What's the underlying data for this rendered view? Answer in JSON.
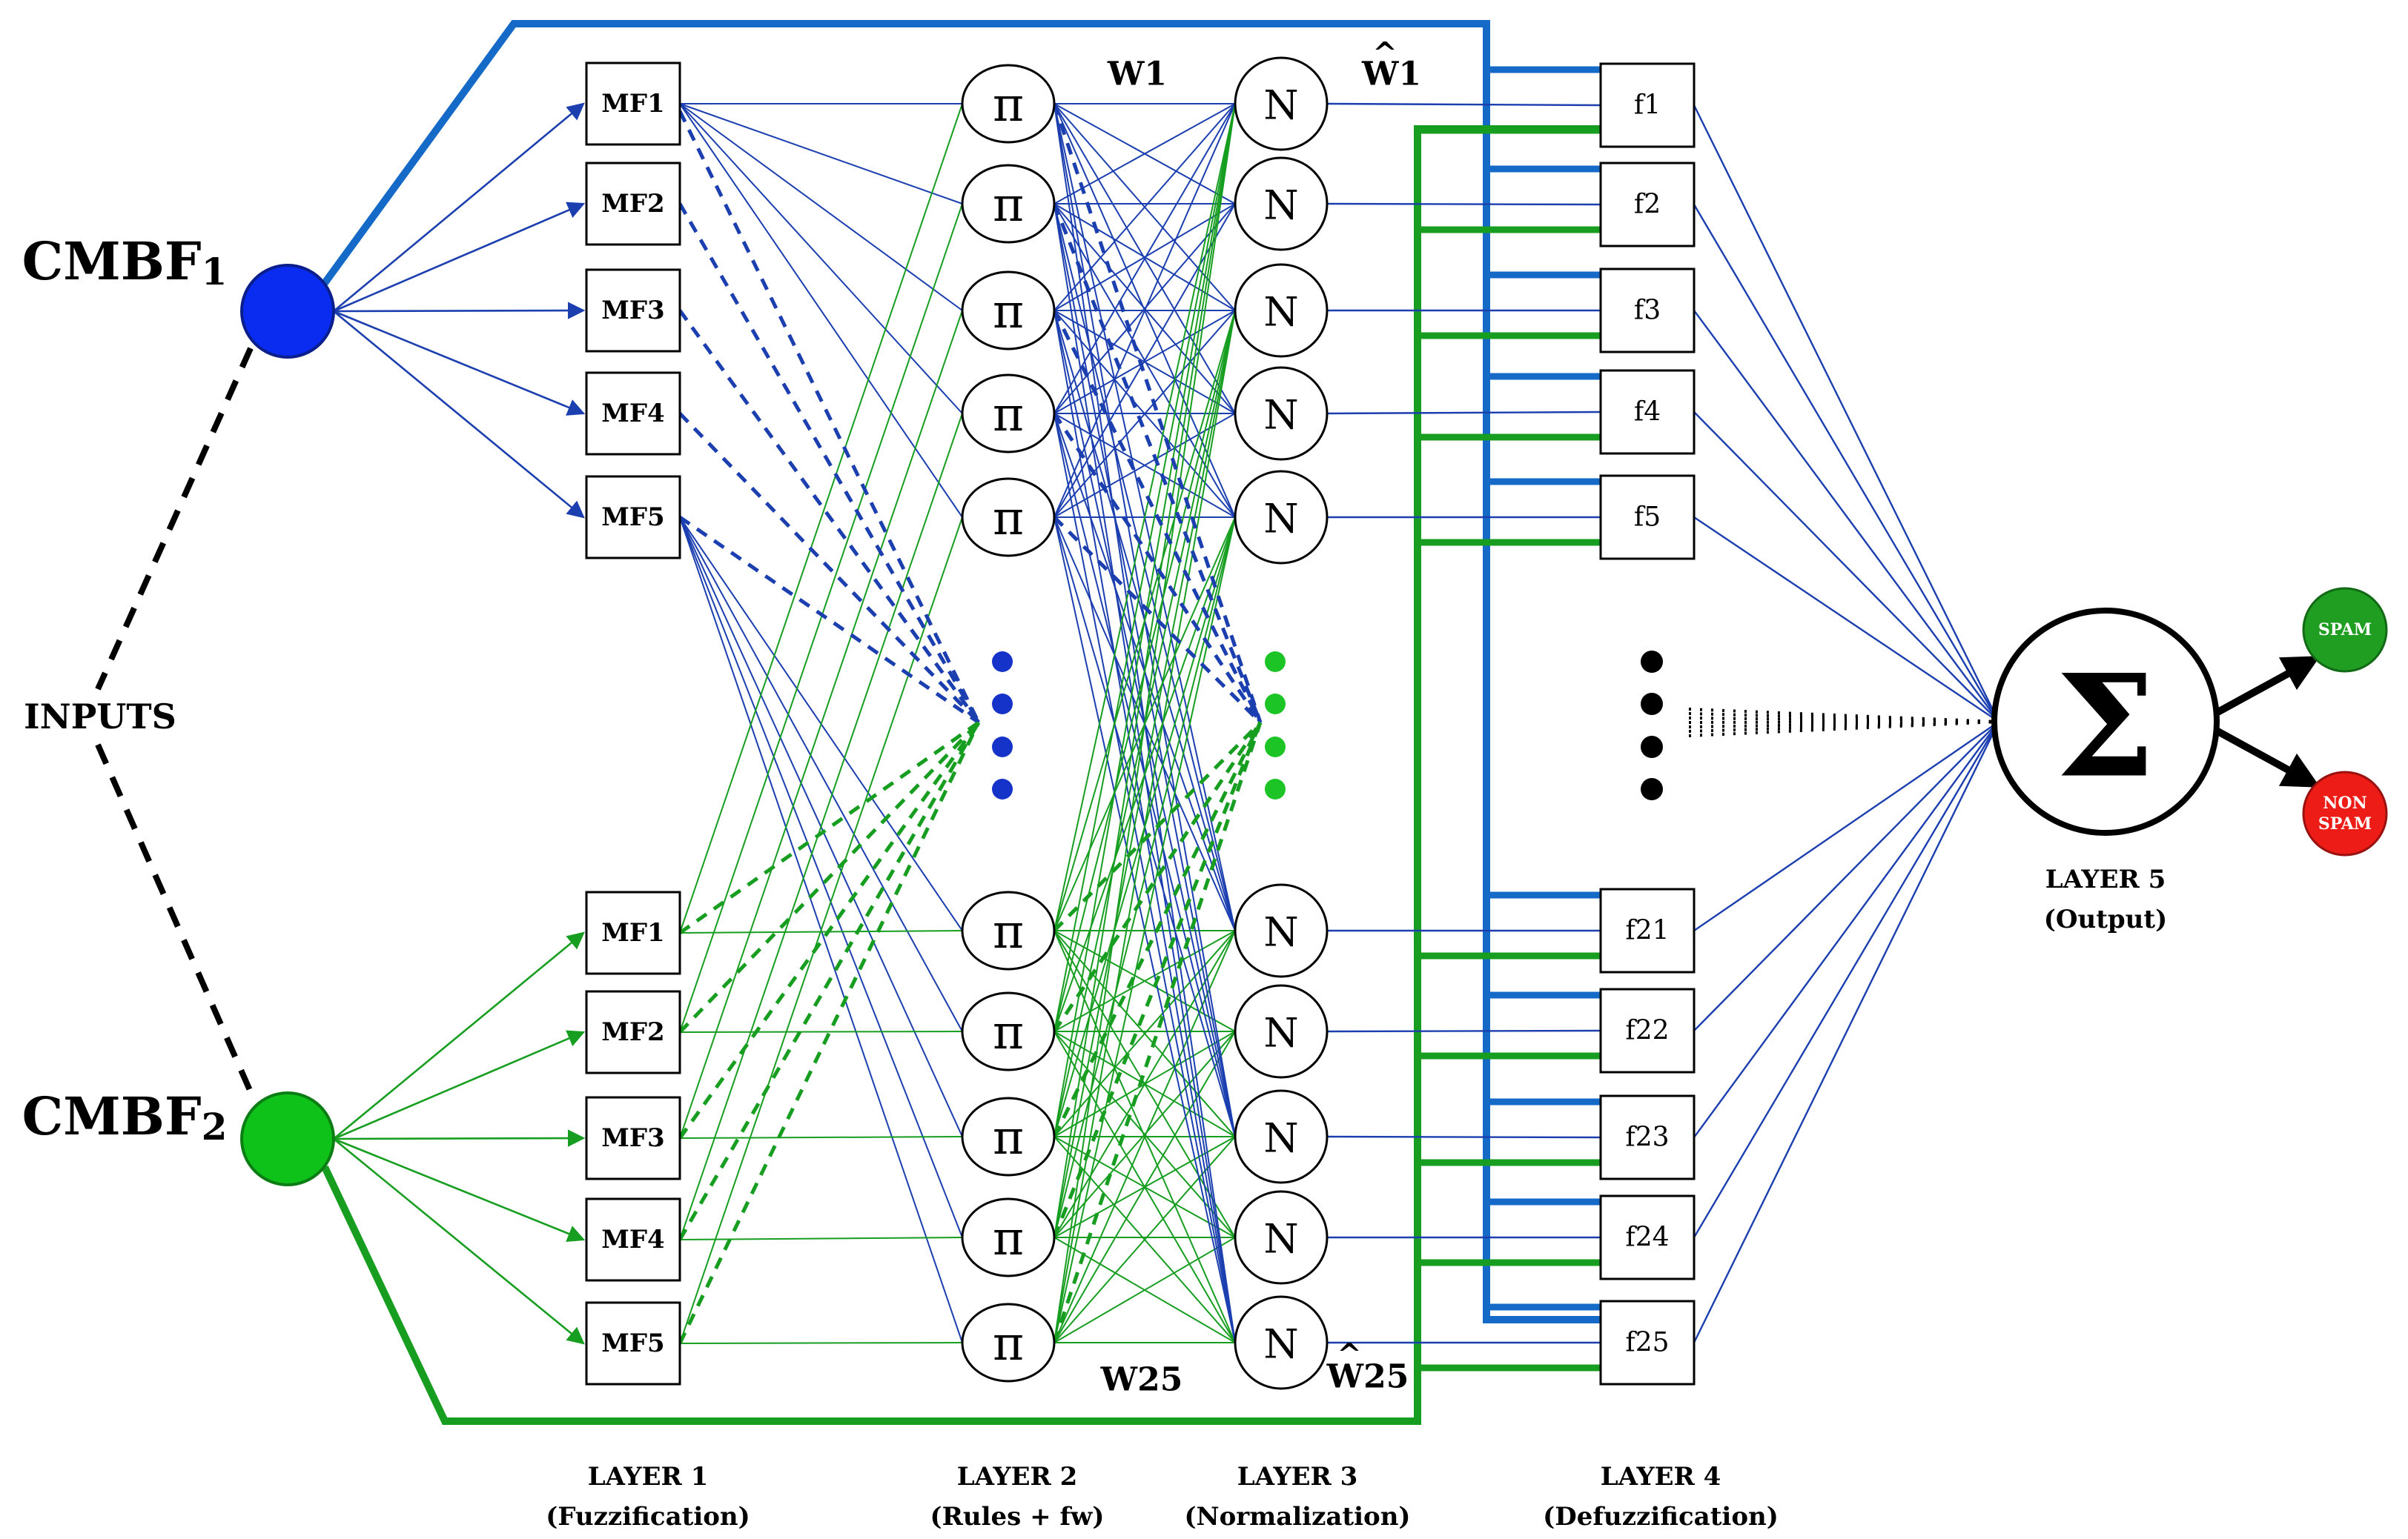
{
  "inputs": {
    "label": "INPUTS",
    "cmbf1": {
      "name": "CMBF",
      "sub": "1",
      "color": "#0a2bf0"
    },
    "cmbf2": {
      "name": "CMBF",
      "sub": "2",
      "color": "#0ec21a"
    }
  },
  "layer1": {
    "top_mfs": [
      "MF1",
      "MF2",
      "MF3",
      "MF4",
      "MF5"
    ],
    "bottom_mfs": [
      "MF1",
      "MF2",
      "MF3",
      "MF4",
      "MF5"
    ],
    "title": "LAYER 1",
    "subtitle": "(Fuzzification)"
  },
  "layer2": {
    "symbol": "π",
    "title": "LAYER 2",
    "subtitle": "(Rules + fw)",
    "w_top": "W1",
    "w_bottom": "W25"
  },
  "layer3": {
    "symbol": "N",
    "title": "LAYER 3",
    "subtitle": "(Normalization)",
    "w_top": "W1",
    "w_bottom": "W25",
    "hat": "^"
  },
  "layer4": {
    "top_fs": [
      "f1",
      "f2",
      "f3",
      "f4",
      "f5"
    ],
    "bottom_fs": [
      "f21",
      "f22",
      "f23",
      "f24",
      "f25"
    ],
    "title": "LAYER 4",
    "subtitle": "(Defuzzification)"
  },
  "layer5": {
    "symbol": "Σ",
    "title": "LAYER 5",
    "subtitle": "(Output)"
  },
  "outputs": {
    "spam": {
      "label": "SPAM",
      "color": "#1f9e22"
    },
    "nonspam": {
      "line1": "NON",
      "line2": "SPAM",
      "color": "#ee1c17"
    }
  },
  "colors": {
    "blue": "#1c3fb0",
    "bright_blue": "#1569c7",
    "green": "#179e21",
    "dot_blue": "#1533c8",
    "dot_green": "#1cc425",
    "black": "#000000"
  }
}
